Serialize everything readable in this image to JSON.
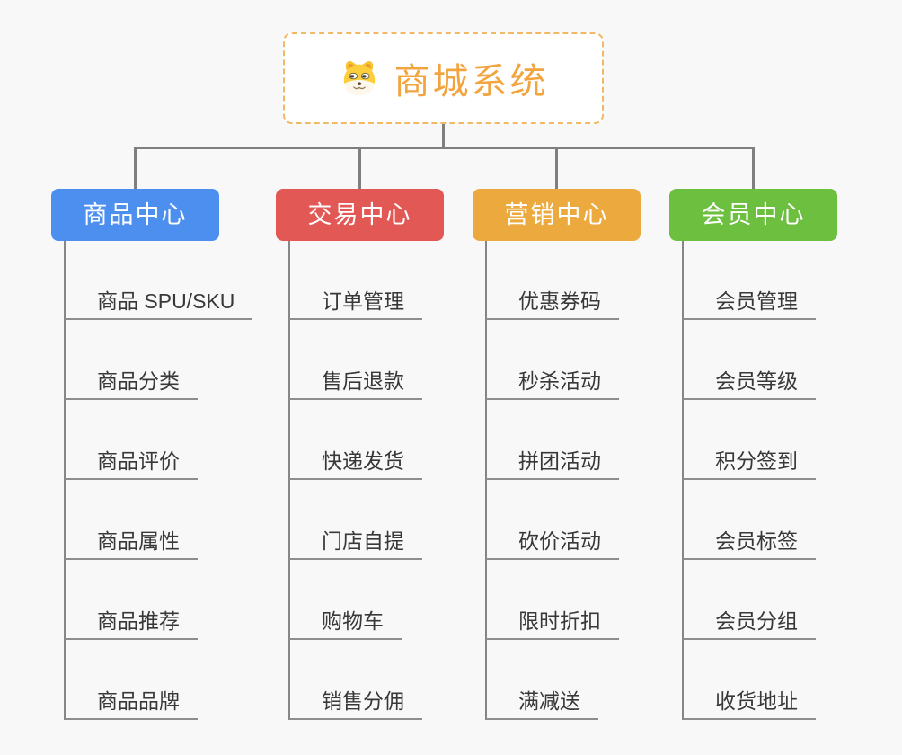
{
  "page": {
    "background_color": "#f8f8f8",
    "connector_color": "#7f7f7f"
  },
  "root": {
    "label": "商城系统",
    "icon": "dog-face-icon",
    "text_color": "#f2a43f",
    "border_color": "#f3b863"
  },
  "branches": [
    {
      "label": "商品中心",
      "color": "#4d8fee",
      "items": [
        "商品 SPU/SKU",
        "商品分类",
        "商品评价",
        "商品属性",
        "商品推荐",
        "商品品牌"
      ]
    },
    {
      "label": "交易中心",
      "color": "#e25854",
      "items": [
        "订单管理",
        "售后退款",
        "快递发货",
        "门店自提",
        "购物车",
        "销售分佣"
      ]
    },
    {
      "label": "营销中心",
      "color": "#ecaa3e",
      "items": [
        "优惠券码",
        "秒杀活动",
        "拼团活动",
        "砍价活动",
        "限时折扣",
        "满减送"
      ]
    },
    {
      "label": "会员中心",
      "color": "#6dbf40",
      "items": [
        "会员管理",
        "会员等级",
        "积分签到",
        "会员标签",
        "会员分组",
        "收货地址"
      ]
    }
  ]
}
